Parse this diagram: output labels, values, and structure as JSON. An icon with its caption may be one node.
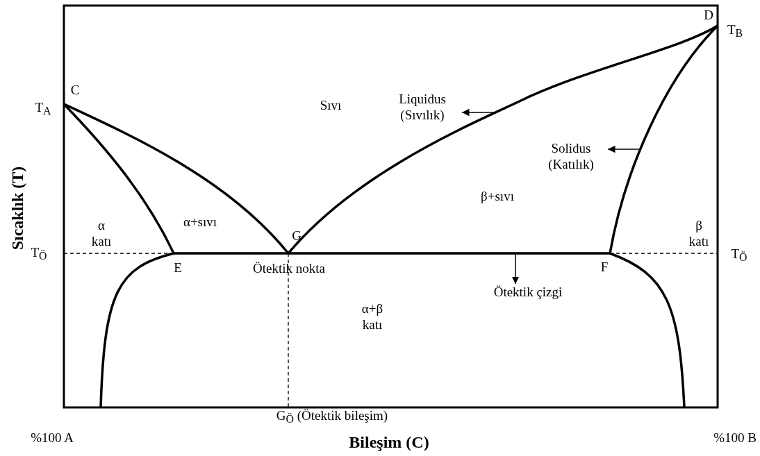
{
  "diagram": {
    "nodes": [
      {
        "text": [
          "Liquidus (Sıvılık)"
        ]
      },
      {
        "text": [
          "Solidus (Katılık)"
        ]
      },
      {
        "text": [
          "Ötektik çizgi"
        ]
      }
    ],
    "edges": [
      {
        "from": null,
        "to": 0,
        "arrow": "to"
      },
      {
        "from": null,
        "to": 1,
        "arrow": "to"
      },
      {
        "from": null,
        "to": 2,
        "arrow": "to"
      }
    ],
    "labels": [
      "D",
      "T$_{B}$",
      "C",
      "T$_{A}$",
      "Sıvı",
      "β+sıvı",
      "α katı",
      "α+sıvı",
      "G",
      "β katı",
      "T$_{Ö}$",
      "T$_{Ö}$",
      "E",
      "Ötektik nokta",
      "F",
      "α+β katı",
      "G$_{Ö}$ (Ötektik bileşim)",
      "%100 A",
      "%100 B",
      "Sıcaklık (T)",
      "Bileşim (C)"
    ]
  }
}
